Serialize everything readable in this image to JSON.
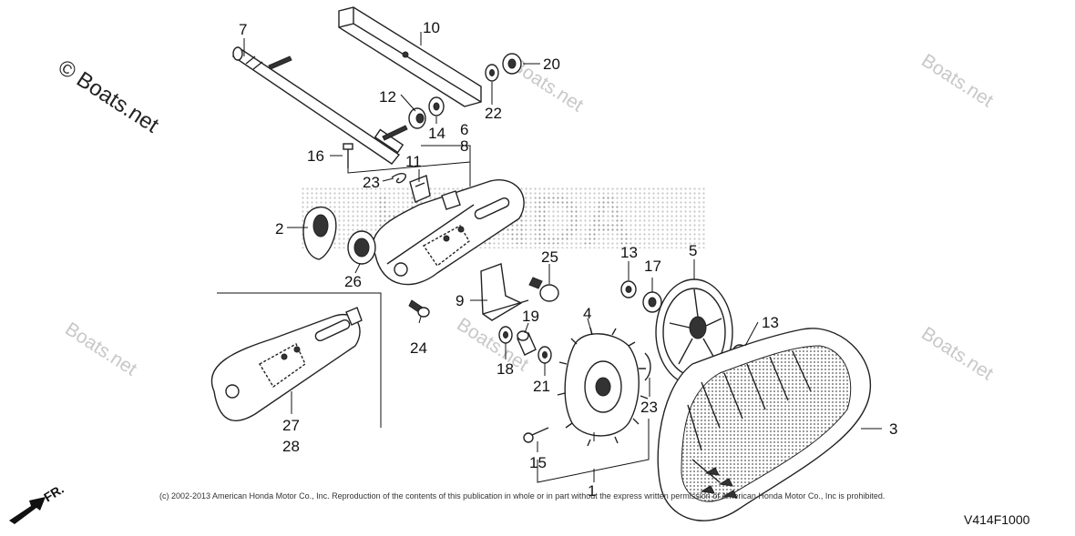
{
  "watermark": {
    "main": "© Boats.net",
    "repeat": "Boats.net"
  },
  "brand_background": "HONDA",
  "callouts": {
    "c1": "1",
    "c2": "2",
    "c3": "3",
    "c4": "4",
    "c5": "5",
    "c6": "6",
    "c7": "7",
    "c8": "8",
    "c9": "9",
    "c10": "10",
    "c11": "11",
    "c12": "12",
    "c13a": "13",
    "c13b": "13",
    "c14": "14",
    "c15": "15",
    "c16": "16",
    "c17": "17",
    "c18": "18",
    "c19": "19",
    "c20": "20",
    "c21": "21",
    "c22": "22",
    "c23a": "23",
    "c23b": "23",
    "c24": "24",
    "c25": "25",
    "c26": "26",
    "c27": "27",
    "c28": "28"
  },
  "front_indicator": "FR.",
  "copyright": "(c) 2002-2013 American Honda Motor Co., Inc. Reproduction of the contents of this publication in whole or in part without the express written permission of American Honda Motor Co., Inc is prohibited.",
  "diagram_code": "V414F1000",
  "colors": {
    "line": "#222222",
    "watermark": "#c8c8c8",
    "dots": "#9a9a9a"
  }
}
